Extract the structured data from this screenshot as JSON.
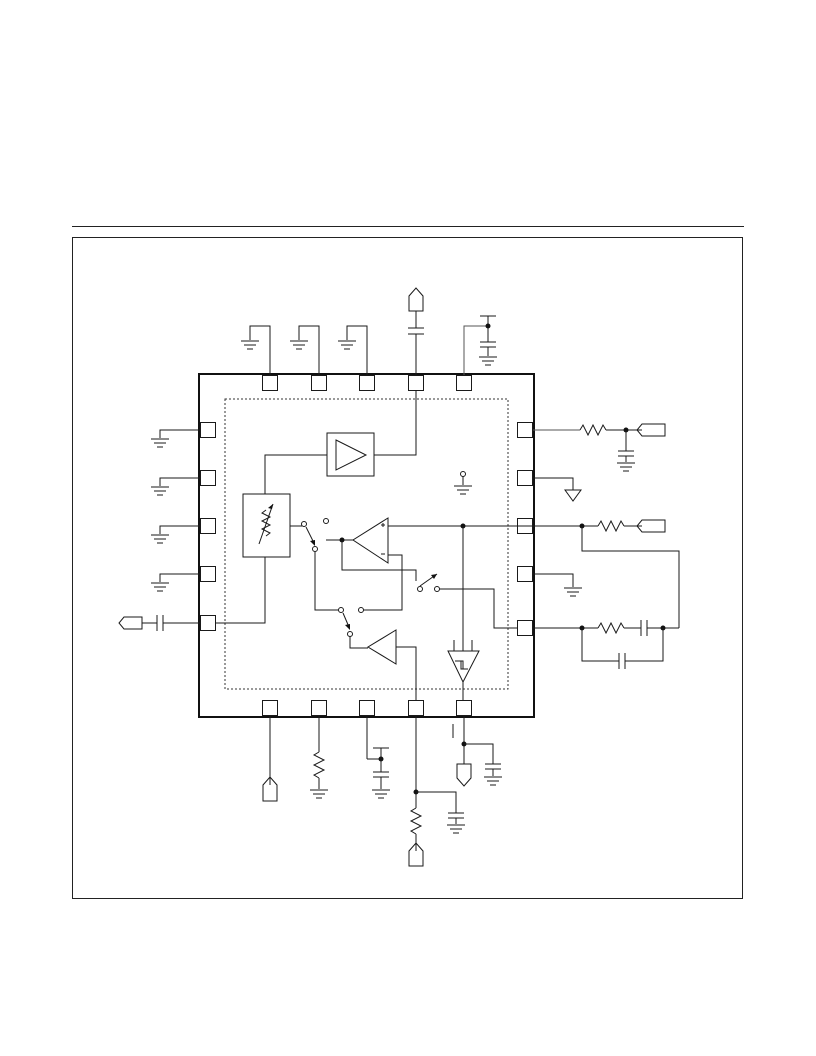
{
  "figure": {
    "colors": {
      "ink": "#1a1a1a",
      "paper": "#ffffff"
    },
    "elements": {
      "package": "ic-package-body",
      "core": "die-boundary",
      "blocks": [
        "buffer-amplifier-block",
        "variable-attenuator-block",
        "operational-amplifier",
        "secondary-amplifier",
        "schmitt-trigger-comparator"
      ],
      "switches": [
        "switch-1",
        "switch-2",
        "switch-3"
      ],
      "components": [
        "resistor-icon",
        "capacitor-icon",
        "ground-icon",
        "connector-icon"
      ]
    }
  }
}
